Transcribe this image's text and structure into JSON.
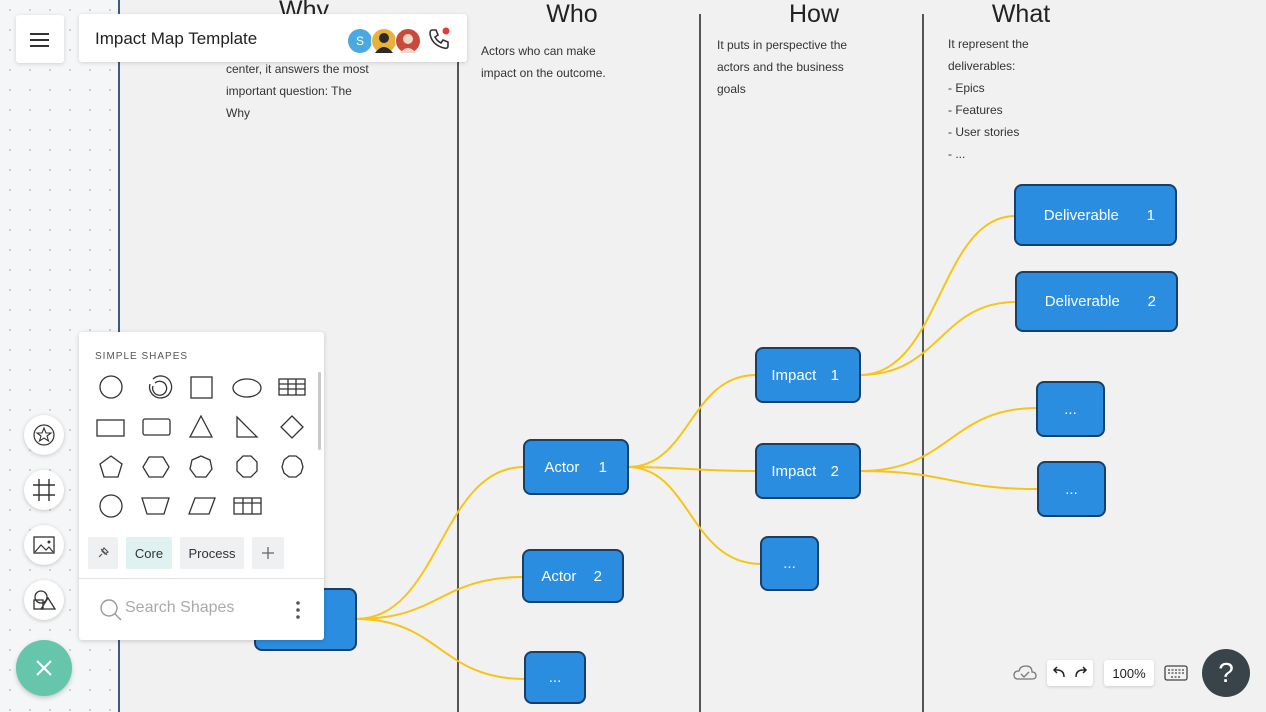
{
  "header": {
    "title": "Impact Map Template",
    "avatar_initial": "S"
  },
  "columns": [
    {
      "title": "Why",
      "lines": [
        "center,   it answers   the   most",
        "important     question:     The",
        "Why"
      ]
    },
    {
      "title": "Who",
      "lines": [
        "Actors   who   can   make",
        "impact   on   the   outcome."
      ]
    },
    {
      "title": "How",
      "lines": [
        "It  puts   in  perspective    the",
        "actors   and   the   business",
        "goals"
      ]
    },
    {
      "title": "What",
      "lines": [
        "It  represent      the",
        "deliverables:",
        "-  Epics",
        "-  Features",
        "-  User    stories",
        "-  ..."
      ]
    }
  ],
  "nodes": {
    "actor1": {
      "label": "Actor",
      "num": "1"
    },
    "actor2": {
      "label": "Actor",
      "num": "2"
    },
    "actor3": {
      "label": "..."
    },
    "impact1": {
      "label": "Impact",
      "num": "1"
    },
    "impact2": {
      "label": "Impact",
      "num": "2"
    },
    "impact3": {
      "label": "..."
    },
    "deliv1": {
      "label": "Deliverable",
      "num": "1"
    },
    "deliv2": {
      "label": "Deliverable",
      "num": "2"
    },
    "deliv3": {
      "label": "..."
    },
    "deliv4": {
      "label": "..."
    }
  },
  "shapes_panel": {
    "title": "SIMPLE SHAPES",
    "tabs": [
      "Core",
      "Process"
    ],
    "search_placeholder": "Search Shapes"
  },
  "bottom_bar": {
    "zoom": "100%"
  },
  "help_label": "?",
  "colors": {
    "node_fill": "#2a8de0",
    "node_border": "#1a3f66",
    "connector": "#f5c518",
    "fab": "#66c6ab"
  }
}
